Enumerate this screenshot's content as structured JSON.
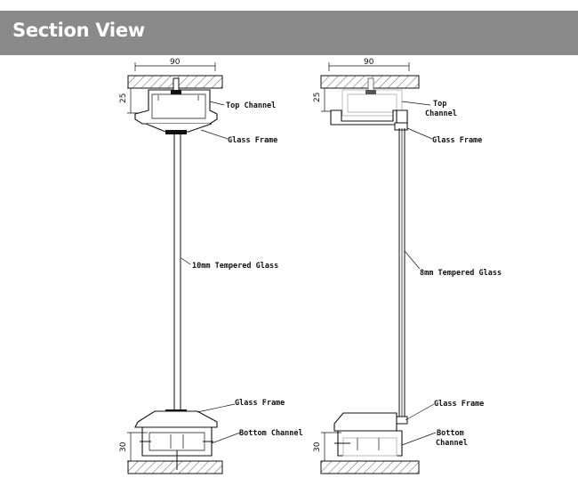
{
  "header": {
    "title": "Section View"
  },
  "left": {
    "dim_width": "90",
    "dim_top": "25",
    "dim_bottom": "30",
    "labels": {
      "top_channel": "Top Channel",
      "glass_frame_top": "Glass Frame",
      "glass": "10mm Tempered Glass",
      "glass_frame_bottom": "Glass Frame",
      "bottom_channel": "Bottom Channel"
    }
  },
  "right": {
    "dim_width": "90",
    "dim_top": "25",
    "dim_bottom": "30",
    "labels": {
      "top_channel_1": "Top",
      "top_channel_2": "Channel",
      "glass_frame_top": "Glass Frame",
      "glass": "8mm Tempered Glass",
      "glass_frame_bottom": "Glass Frame",
      "bottom_channel_1": "Bottom",
      "bottom_channel_2": "Channel"
    }
  },
  "colors": {
    "header_bg": "#8a8a8a",
    "header_text": "#ffffff",
    "line": "#111111"
  }
}
